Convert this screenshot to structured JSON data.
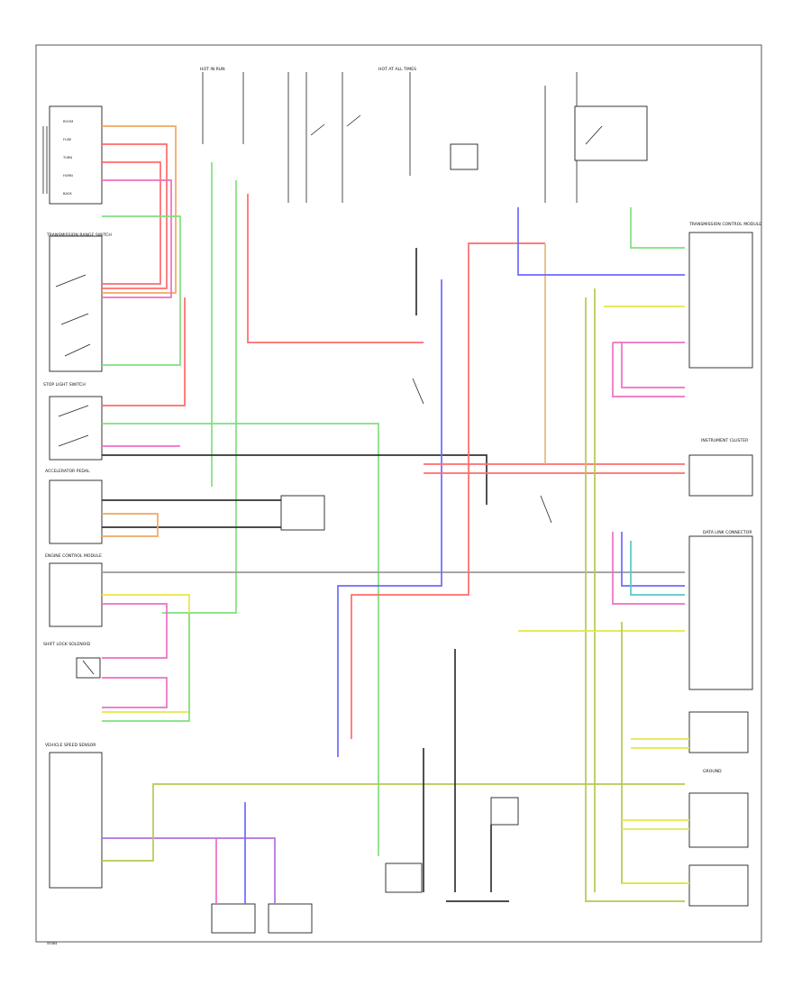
{
  "diagram": {
    "footer_code": "55064",
    "components": {
      "fuse_relay_box": [
        "ROOM",
        "FUSE",
        "TURN",
        "HORN",
        "BACK"
      ],
      "transmission_range_switch": "TRANSMISSION RANGE SWITCH",
      "stop_light_switch": "STOP LIGHT SWITCH",
      "accelerator_pedal": "ACCELERATOR PEDAL",
      "engine_control_module": "ENGINE CONTROL MODULE",
      "shift_lock_solenoid": "SHIFT LOCK SOLENOID",
      "transmission_control_module": "TRANSMISSION CONTROL MODULE",
      "vehicle_speed_sensor": "VEHICLE SPEED SENSOR",
      "instrument_cluster": "INSTRUMENT CLUSTER",
      "data_link_connector": "DATA LINK CONNECTOR",
      "ground": "GROUND",
      "hot_in_run": "HOT IN RUN",
      "hot_at_all_times": "HOT AT ALL TIMES"
    },
    "wire_colors": {
      "red": "#ff6b6b",
      "orange": "#f0a860",
      "pink": "#ee6fc0",
      "green": "#7fe07f",
      "blue": "#6b6bff",
      "purple": "#b070e0",
      "yellow": "#e6e64a",
      "olive": "#b8c850",
      "tan": "#e8b878",
      "gray": "#9a9a9a",
      "dark": "#333333",
      "cyan": "#58c8c8"
    }
  }
}
